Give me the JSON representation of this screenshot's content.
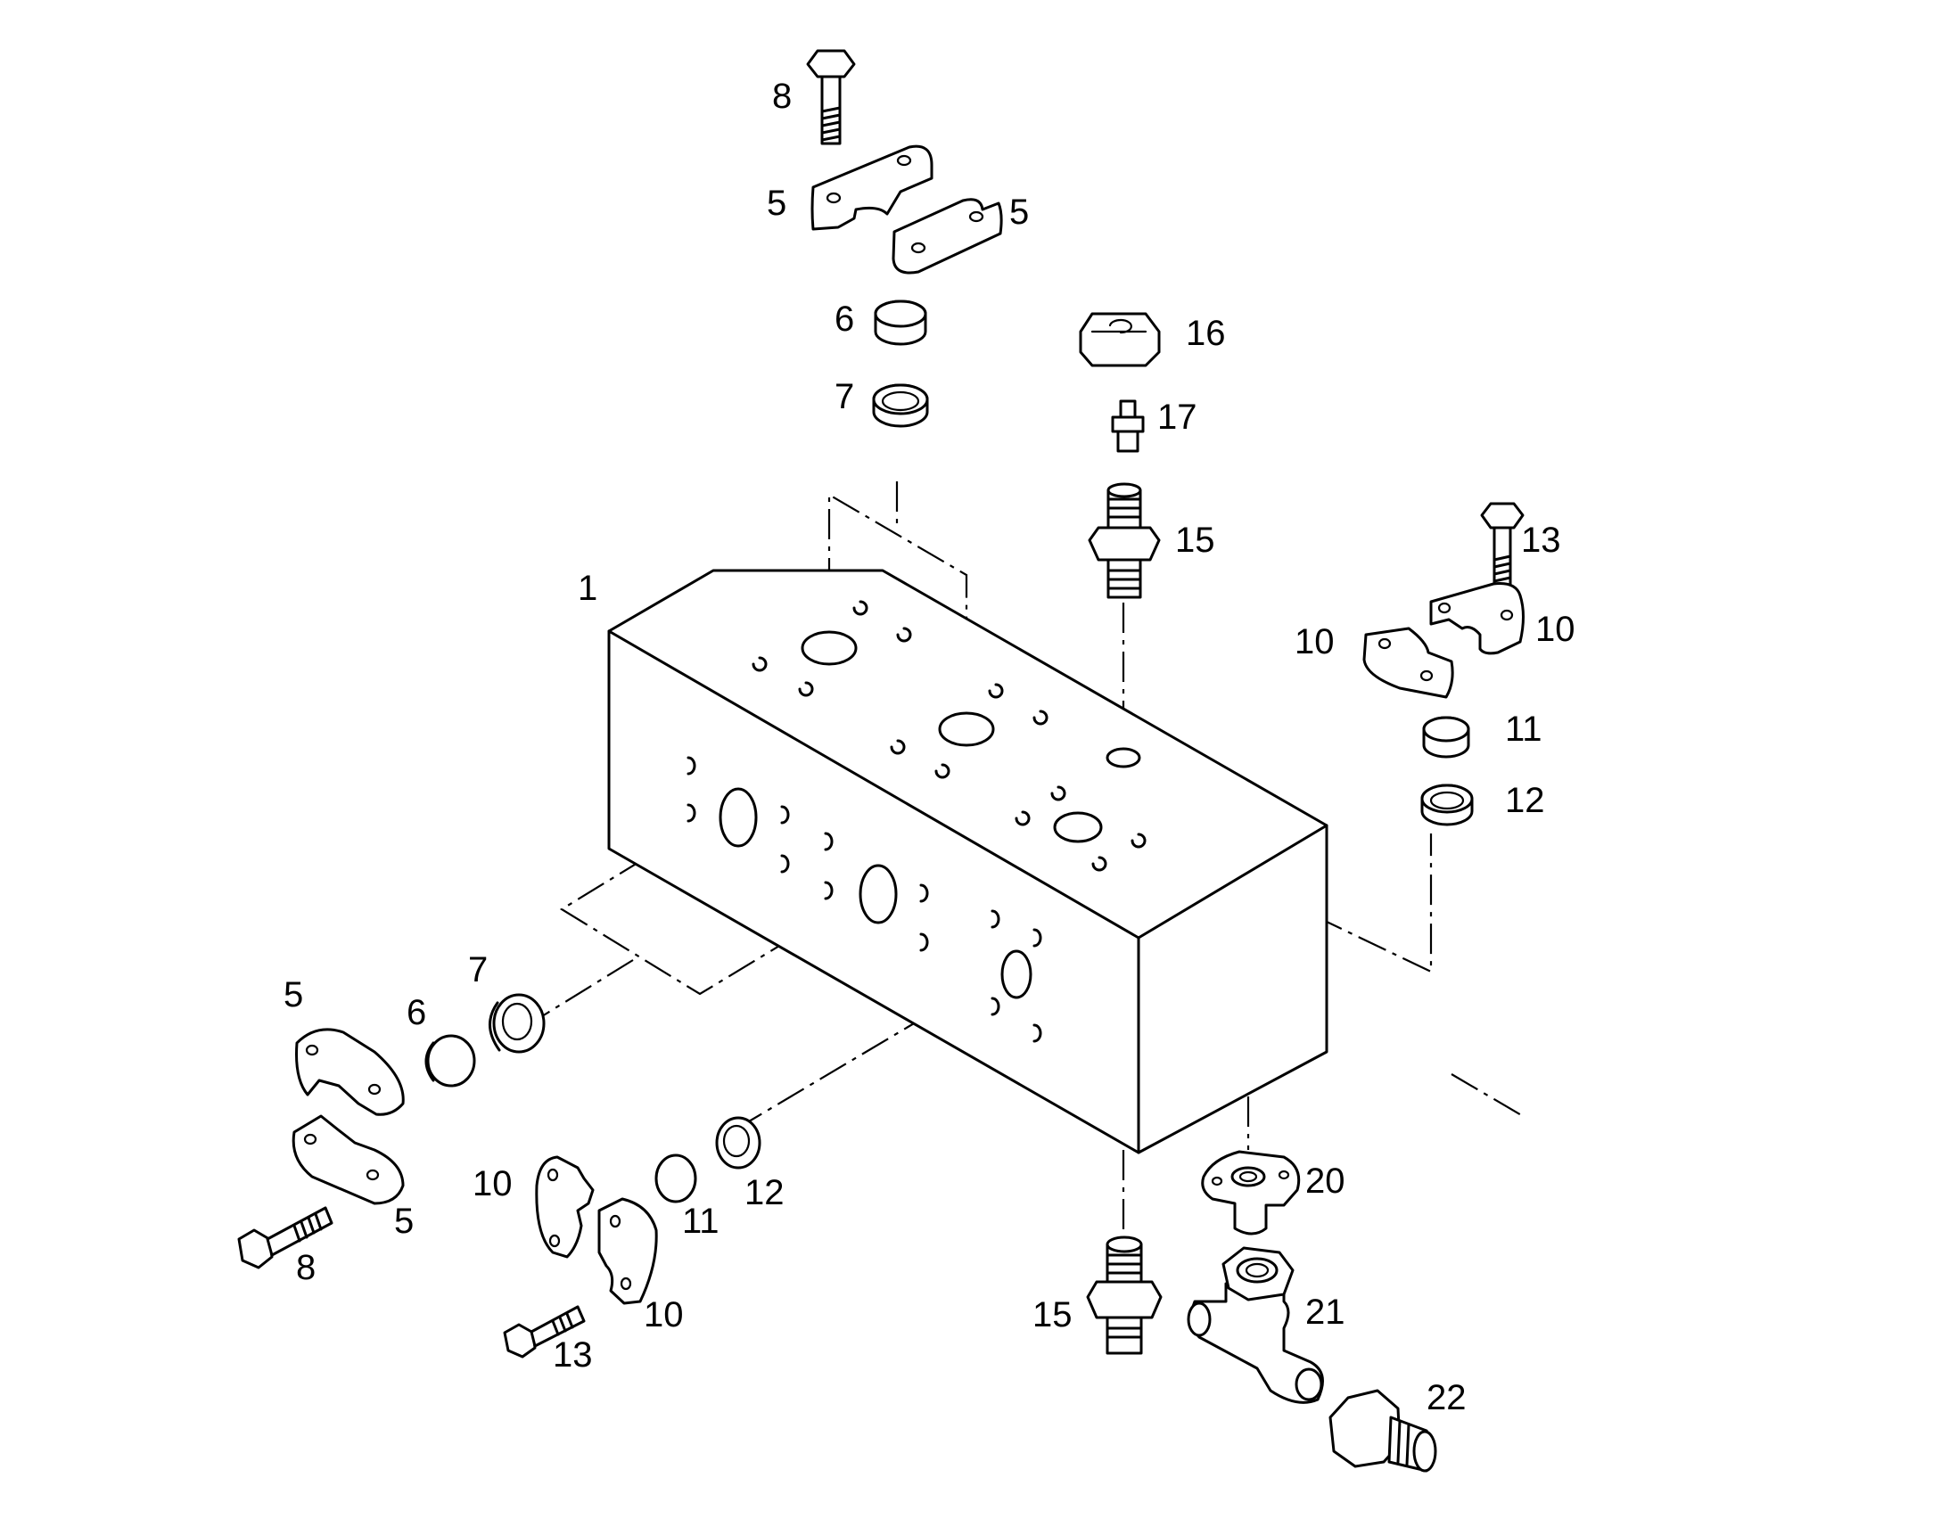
{
  "diagram": {
    "parts": [
      {
        "id": "valve-block",
        "callouts": [
          "1"
        ],
        "icon": "valve-block-icon"
      },
      {
        "id": "flange-half",
        "callouts": [
          "5",
          "5",
          "5",
          "5"
        ],
        "icon": "split-flange-icon"
      },
      {
        "id": "plug",
        "callouts": [
          "6",
          "6"
        ],
        "icon": "plug-icon"
      },
      {
        "id": "seal-ring",
        "callouts": [
          "7",
          "7"
        ],
        "icon": "seal-ring-icon"
      },
      {
        "id": "bolt",
        "callouts": [
          "8",
          "8"
        ],
        "icon": "bolt-icon"
      },
      {
        "id": "flange-half-small",
        "callouts": [
          "10",
          "10",
          "10",
          "10"
        ],
        "icon": "split-flange-icon"
      },
      {
        "id": "plug-small",
        "callouts": [
          "11",
          "11"
        ],
        "icon": "plug-icon"
      },
      {
        "id": "seal-ring-small",
        "callouts": [
          "12",
          "12"
        ],
        "icon": "seal-ring-icon"
      },
      {
        "id": "bolt-small",
        "callouts": [
          "13",
          "13"
        ],
        "icon": "bolt-icon"
      },
      {
        "id": "fitting",
        "callouts": [
          "15",
          "15"
        ],
        "icon": "threaded-fitting-icon"
      },
      {
        "id": "cap-nut",
        "callouts": [
          "16"
        ],
        "icon": "hex-nut-icon"
      },
      {
        "id": "test-nipple",
        "callouts": [
          "17"
        ],
        "icon": "nipple-icon"
      },
      {
        "id": "flange-adapter",
        "callouts": [
          "20"
        ],
        "icon": "flange-adapter-icon"
      },
      {
        "id": "tee-fitting",
        "callouts": [
          "21"
        ],
        "icon": "tee-fitting-icon"
      },
      {
        "id": "adapter",
        "callouts": [
          "22"
        ],
        "icon": "threaded-adapter-icon"
      }
    ],
    "labels": {
      "l1": "1",
      "l5_top_left": "5",
      "l5_top_right": "5",
      "l5_left_upper": "5",
      "l5_left_lower": "5",
      "l6_top": "6",
      "l6_left": "6",
      "l7_top": "7",
      "l7_left": "7",
      "l8_top": "8",
      "l8_left": "8",
      "l10_right_a": "10",
      "l10_right_b": "10",
      "l10_left_a": "10",
      "l10_left_b": "10",
      "l11_right": "11",
      "l11_bottom": "11",
      "l12_right": "12",
      "l12_bottom": "12",
      "l13_right": "13",
      "l13_bottom": "13",
      "l15_top": "15",
      "l15_bottom": "15",
      "l16": "16",
      "l17": "17",
      "l20": "20",
      "l21": "21",
      "l22": "22"
    },
    "colors": {
      "line": "#000000",
      "background": "#ffffff"
    }
  }
}
